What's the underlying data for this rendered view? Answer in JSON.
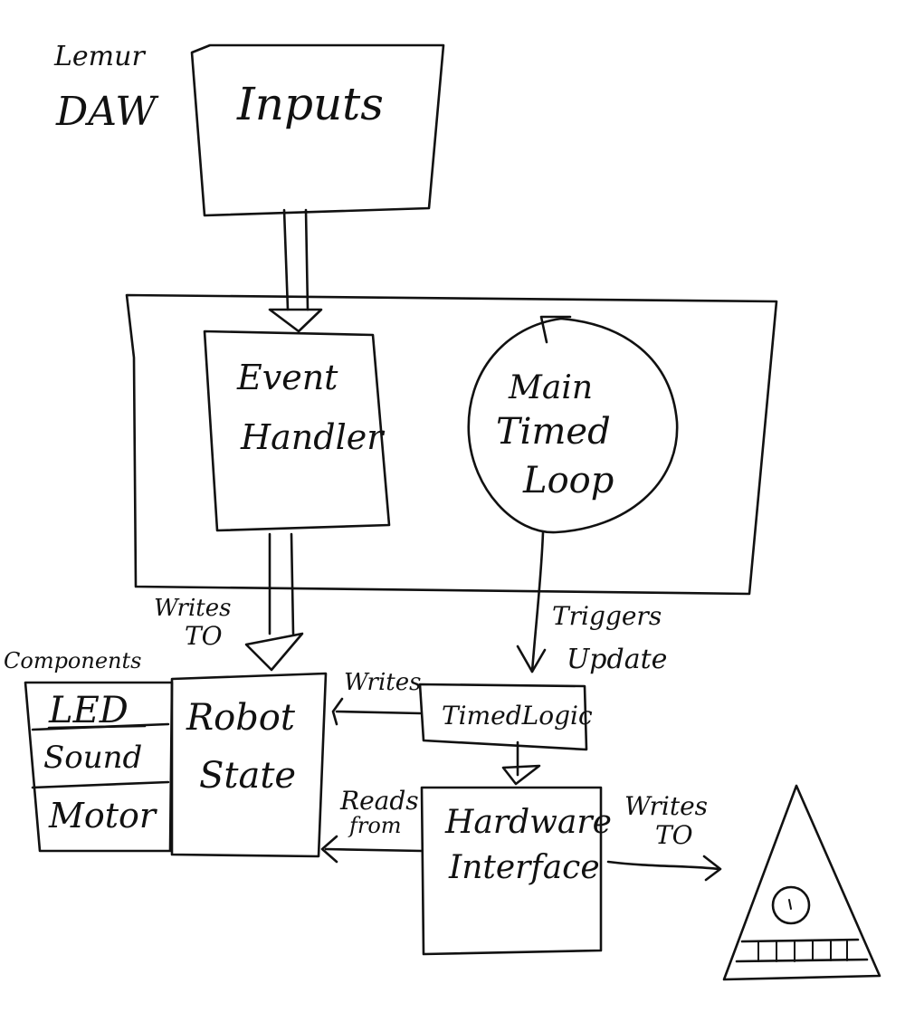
{
  "labels": {
    "lemur": "Lemur",
    "daw": "DAW",
    "inputs": "Inputs",
    "event_line1": "Event",
    "event_line2": "Handler",
    "loop_line1": "Main",
    "loop_line2": "Timed",
    "loop_line3": "Loop",
    "writes_to_a_line1": "Writes",
    "writes_to_a_line2": "TO",
    "triggers_line1": "Triggers",
    "triggers_line2": "Update",
    "components": "Components",
    "led": "LED",
    "sound": "Sound",
    "motor": "Motor",
    "robot_line1": "Robot",
    "robot_line2": "State",
    "writes": "Writes",
    "timed_logic": "TimedLogic",
    "reads_line1": "Reads",
    "reads_line2": "from",
    "hardware_line1": "Hardware",
    "hardware_line2": "Interface",
    "writes_to_b_line1": "Writes",
    "writes_to_b_line2": "TO"
  },
  "colors": {
    "ink": "#111111",
    "paper": "#ffffff"
  },
  "icons": {
    "robot_drawing": "pyramid-eye-robot-icon"
  }
}
